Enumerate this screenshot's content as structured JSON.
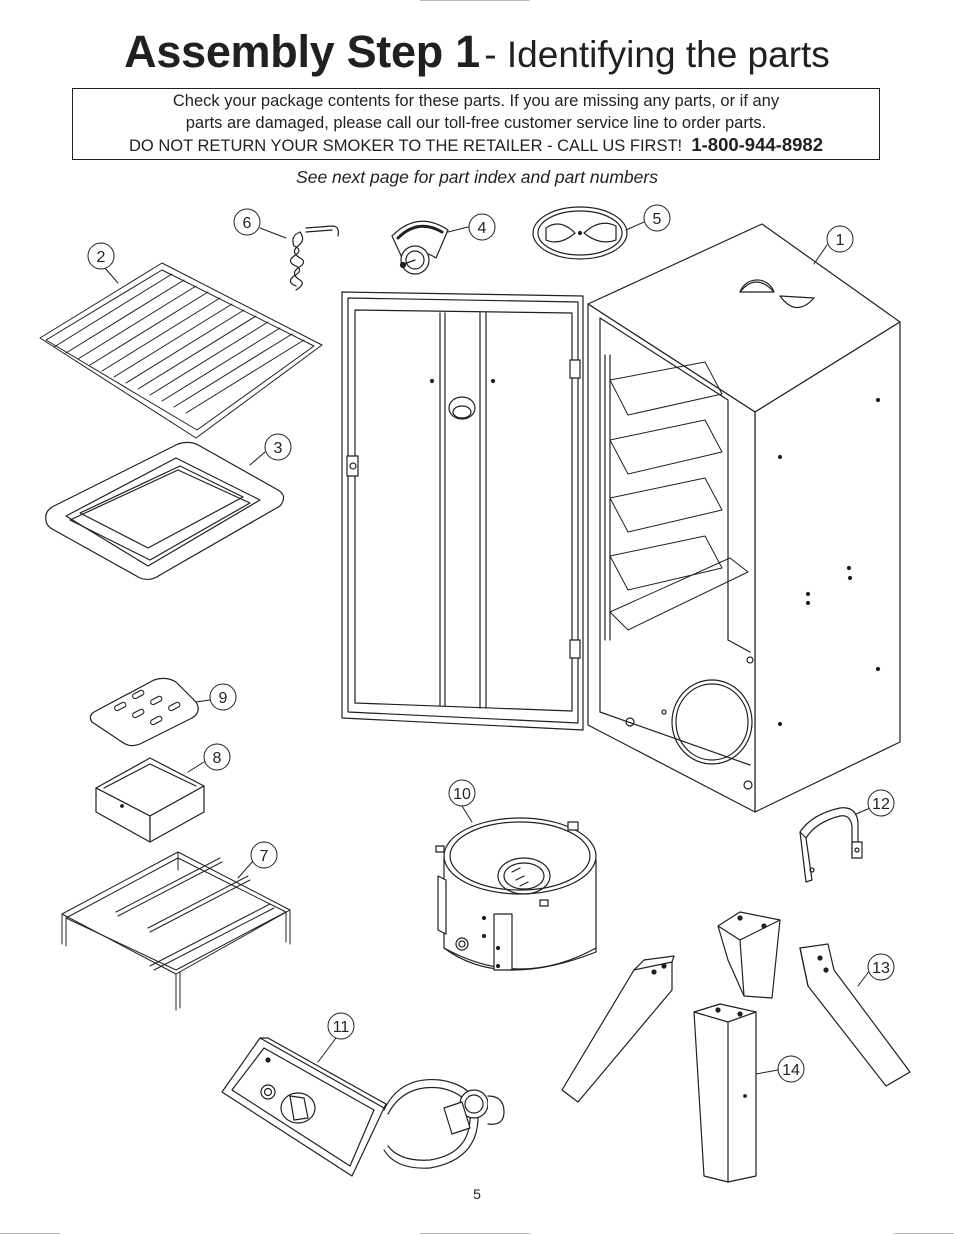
{
  "title": {
    "main": "Assembly Step 1",
    "sub": "- Identifying the parts"
  },
  "notice": {
    "line1": "Check your package contents for these parts. If you are missing any parts, or if any",
    "line2": "parts are damaged, please call our toll-free customer service line to order parts.",
    "line3": "DO NOT RETURN YOUR SMOKER TO THE RETAILER - CALL US FIRST!",
    "phone": "1-800-944-8982"
  },
  "subnote": "See next page for part index and part numbers",
  "callouts": [
    "1",
    "2",
    "3",
    "4",
    "5",
    "6",
    "7",
    "8",
    "9",
    "10",
    "11",
    "12",
    "13",
    "14"
  ],
  "page_number": "5"
}
